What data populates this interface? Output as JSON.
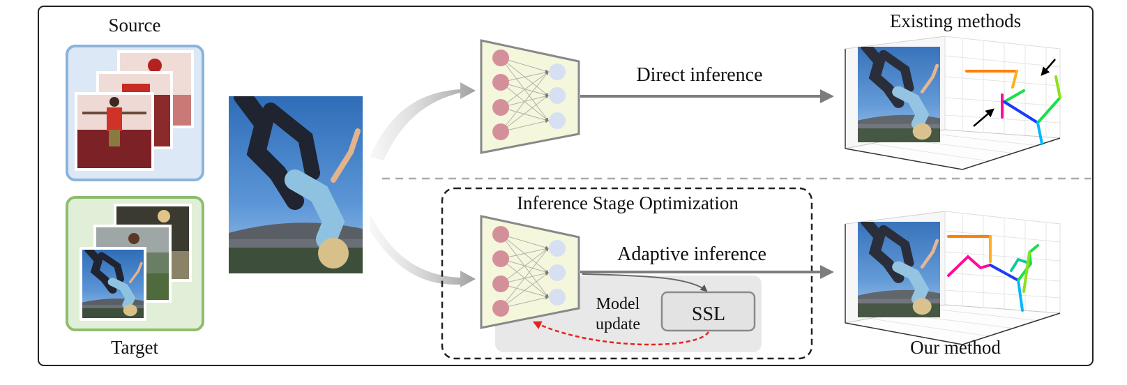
{
  "labels": {
    "source": "Source",
    "target": "Target",
    "existing_methods": "Existing methods",
    "direct_inference": "Direct inference",
    "inference_stage_optimization": "Inference Stage Optimization",
    "adaptive_inference": "Adaptive inference",
    "model_update_line1": "Model",
    "model_update_line2": "update",
    "ssl": "SSL",
    "our_method": "Our method"
  },
  "colors": {
    "source_panel_border": "#8ab4dc",
    "source_panel_fill": "#dce8f5",
    "target_panel_border": "#8dbd6e",
    "target_panel_fill": "#e1eed8",
    "network_fill": "#f4f7dc",
    "input_node": "#d4909a",
    "output_node": "#d6e0f2",
    "update_arrow": "#e8211d",
    "ssl_box_fill": "#e3e3e3",
    "sky": "#3f7cc4"
  },
  "skeleton_colors": [
    "#ff7f0e",
    "#ff0a9a",
    "#1a3bff",
    "#00b8ff",
    "#17e04a",
    "#8de01a",
    "#12c7a2"
  ],
  "icons": [
    "arrow-right-icon",
    "curved-arrow-icon",
    "neural-network-icon",
    "skeleton-3d-icon",
    "error-pointer-arrow-icon"
  ]
}
